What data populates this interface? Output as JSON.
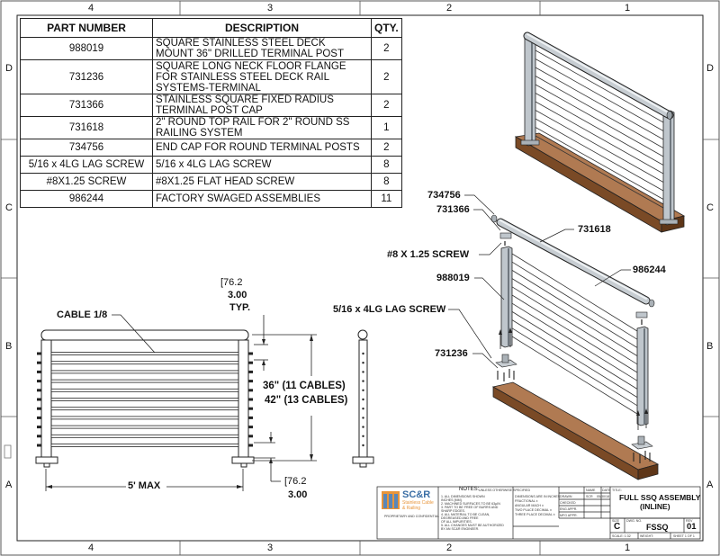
{
  "zones": {
    "top": [
      "4",
      "3",
      "2",
      "1"
    ],
    "bottom": [
      "4",
      "3",
      "2",
      "1"
    ],
    "left": [
      "D",
      "C",
      "B",
      "A"
    ],
    "right": [
      "D",
      "C",
      "B",
      "A"
    ]
  },
  "bom": {
    "headers": [
      "PART NUMBER",
      "DESCRIPTION",
      "QTY."
    ],
    "rows": [
      {
        "pn": "988019",
        "desc": [
          "SQUARE STAINLESS STEEL DECK",
          "MOUNT 36\" DRILLED TERMINAL POST"
        ],
        "qty": "2"
      },
      {
        "pn": "731236",
        "desc": [
          "SQUARE LONG NECK FLOOR FLANGE",
          "FOR STAINLESS STEEL DECK RAIL",
          "SYSTEMS-TERMINAL"
        ],
        "qty": "2"
      },
      {
        "pn": "731366",
        "desc": [
          "STAINLESS SQUARE FIXED RADIUS",
          "TERMINAL POST CAP"
        ],
        "qty": "2"
      },
      {
        "pn": "731618",
        "desc": [
          "2\" ROUND TOP RAIL FOR 2\" ROUND SS",
          "RAILING SYSTEM"
        ],
        "qty": "1"
      },
      {
        "pn": "734756",
        "desc": [
          "END CAP FOR ROUND TERMINAL POSTS"
        ],
        "qty": "2"
      },
      {
        "pn": "5/16 x 4LG LAG SCREW",
        "desc": [
          "5/16 x 4LG LAG SCREW"
        ],
        "qty": "8"
      },
      {
        "pn": "#8X1.25 SCREW",
        "desc": [
          "#8X1.25 FLAT HEAD SCREW"
        ],
        "qty": "8"
      },
      {
        "pn": "986244",
        "desc": [
          "FACTORY SWAGED ASSEMBLIES"
        ],
        "qty": "11"
      }
    ]
  },
  "callouts": {
    "c734756": "734756",
    "c731366": "731366",
    "c731618": "731618",
    "c8screw": "#8 X 1.25 SCREW",
    "c988019": "988019",
    "c986244": "986244",
    "clag": "5/16 x 4LG LAG SCREW",
    "c731236": "731236"
  },
  "dims": {
    "cable": "CABLE 1/8",
    "top_bracket": "[76.2",
    "top_value": "3.00",
    "top_typ": "TYP.",
    "height_36": "36\"  (11 CABLES)",
    "height_42": "42\" (13 CABLES)",
    "width": "5' MAX",
    "bottom_bracket": "[76.2",
    "bottom_value": "3.00"
  },
  "title_block": {
    "logo_main": "SC&R",
    "logo_sub1": "Stainless Cable",
    "logo_sub2": "& Railing",
    "proprietary": "PROPRIETARY AND CONFIDENTIAL",
    "notes_title": "NOTES:",
    "notes_sub": "UNLESS OTHERWISE SPECIFIED",
    "notes": [
      "1. ALL DIMENSIONS SHOWN",
      "INCHES [MM].",
      "2. MACHINED SURFACES TO BE 63µIN",
      "3. PART TO BE FREE OF BURRS AND",
      "SHARP EDGES.",
      "4. ALL MATERIAL TO BE CLEAN,",
      "DEGREASED AND FREE",
      "OF ALL IMPURITIES.",
      "5. ALL CHANGES MUST BE AUTHORIZED",
      "BY AN SC&R ENGINEER."
    ],
    "tolerances": [
      "DIMENSIONS ARE IN INCHES",
      "FRACTIONAL ±",
      "ANGULAR MACH ±",
      "TWO PLACE DECIMAL ±",
      "THREE PLACE DECIMAL ±"
    ],
    "name_hdr": "NAME",
    "date_hdr": "DATE",
    "drawn": "DRAWN",
    "drawn_name": "SCR",
    "drawn_date": "05/30/18",
    "checked": "CHECKED",
    "eng_appr": "ENG APPR.",
    "mfg_appr": "MFG APPR.",
    "title_hdr": "TITLE:",
    "title1": "FULL SSQ ASSEMBLY",
    "title2": "(INLINE)",
    "size_hdr": "SIZE",
    "size": "C",
    "dwg_hdr": "DWG.  NO.",
    "dwg": "FSSQ",
    "rev_hdr": "REV",
    "rev": "01",
    "scale": "SCALE: 1:32",
    "weight": "WEIGHT:",
    "sheet": "SHEET 1 OF 1"
  }
}
